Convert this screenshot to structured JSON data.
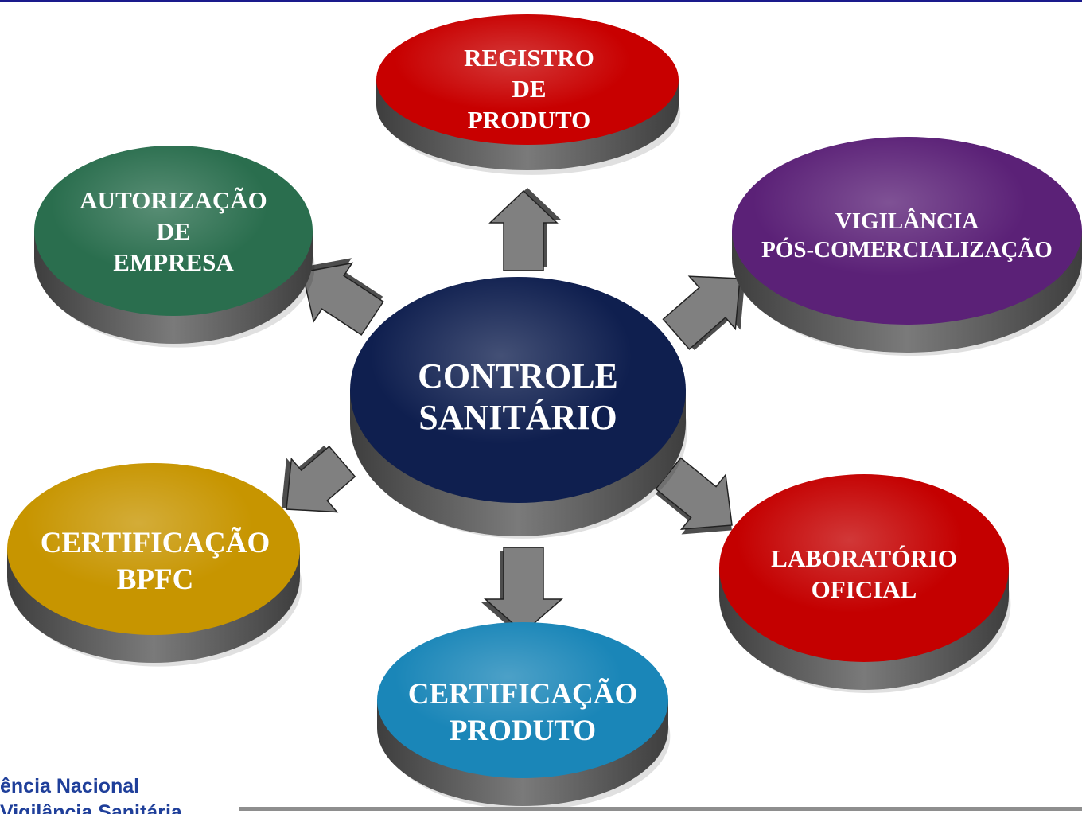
{
  "center": {
    "line1": "CONTROLE",
    "line2": "SANITÁRIO",
    "color": "#0f1f4f"
  },
  "nodes": {
    "registro": {
      "lines": [
        "REGISTRO",
        "DE",
        "PRODUTO"
      ],
      "color": "#c80000"
    },
    "vigilancia": {
      "lines": [
        "VIGILÂNCIA",
        "PÓS-COMERCIALIZAÇÃO"
      ],
      "color": "#5b2177"
    },
    "laboratorio": {
      "lines": [
        "LABORATÓRIO",
        "OFICIAL"
      ],
      "color": "#c40000"
    },
    "certificacao_produto": {
      "lines": [
        "CERTIFICAÇÃO",
        "PRODUTO"
      ],
      "color": "#1a86b8"
    },
    "certificacao_bpfc": {
      "lines": [
        "CERTIFICAÇÃO",
        "BPFC"
      ],
      "color": "#c79500"
    },
    "autorizacao": {
      "lines": [
        "AUTORIZAÇÃO",
        "DE",
        "EMPRESA"
      ],
      "color": "#2a6e4e"
    }
  },
  "arrow_color": "#808080",
  "footer": {
    "line1": "ência Nacional",
    "line2": "Vigilância Sanitária"
  }
}
